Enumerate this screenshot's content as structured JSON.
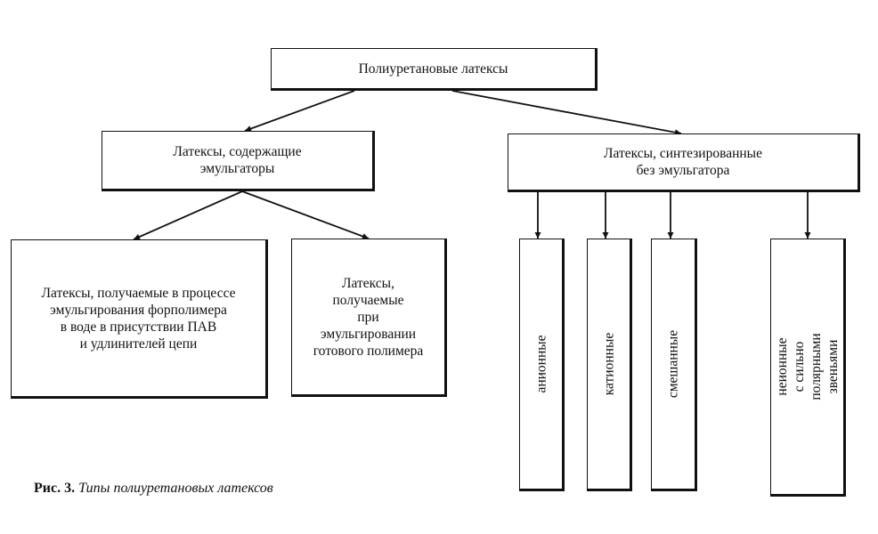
{
  "root": {
    "label": "Полиуретановые латексы"
  },
  "left_group": {
    "label": "Латексы, содержащие\nэмульгаторы",
    "children": [
      "Латексы, получаемые в процессе\nэмульгирования форполимера\nв воде в присутствии ПАВ\nи удлинителей цепи",
      "Латексы,\nполучаемые\nпри\nэмульгировании\nготового полимера"
    ]
  },
  "right_group": {
    "label": "Латексы, синтезированные\nбез эмульгатора",
    "children": [
      "анионные",
      "катионные",
      "смешанные",
      "неионные с сильно\nполярными звеньями"
    ]
  },
  "caption": {
    "number": "Рис. 3.",
    "title": "Типы полиуретановых латексов"
  }
}
